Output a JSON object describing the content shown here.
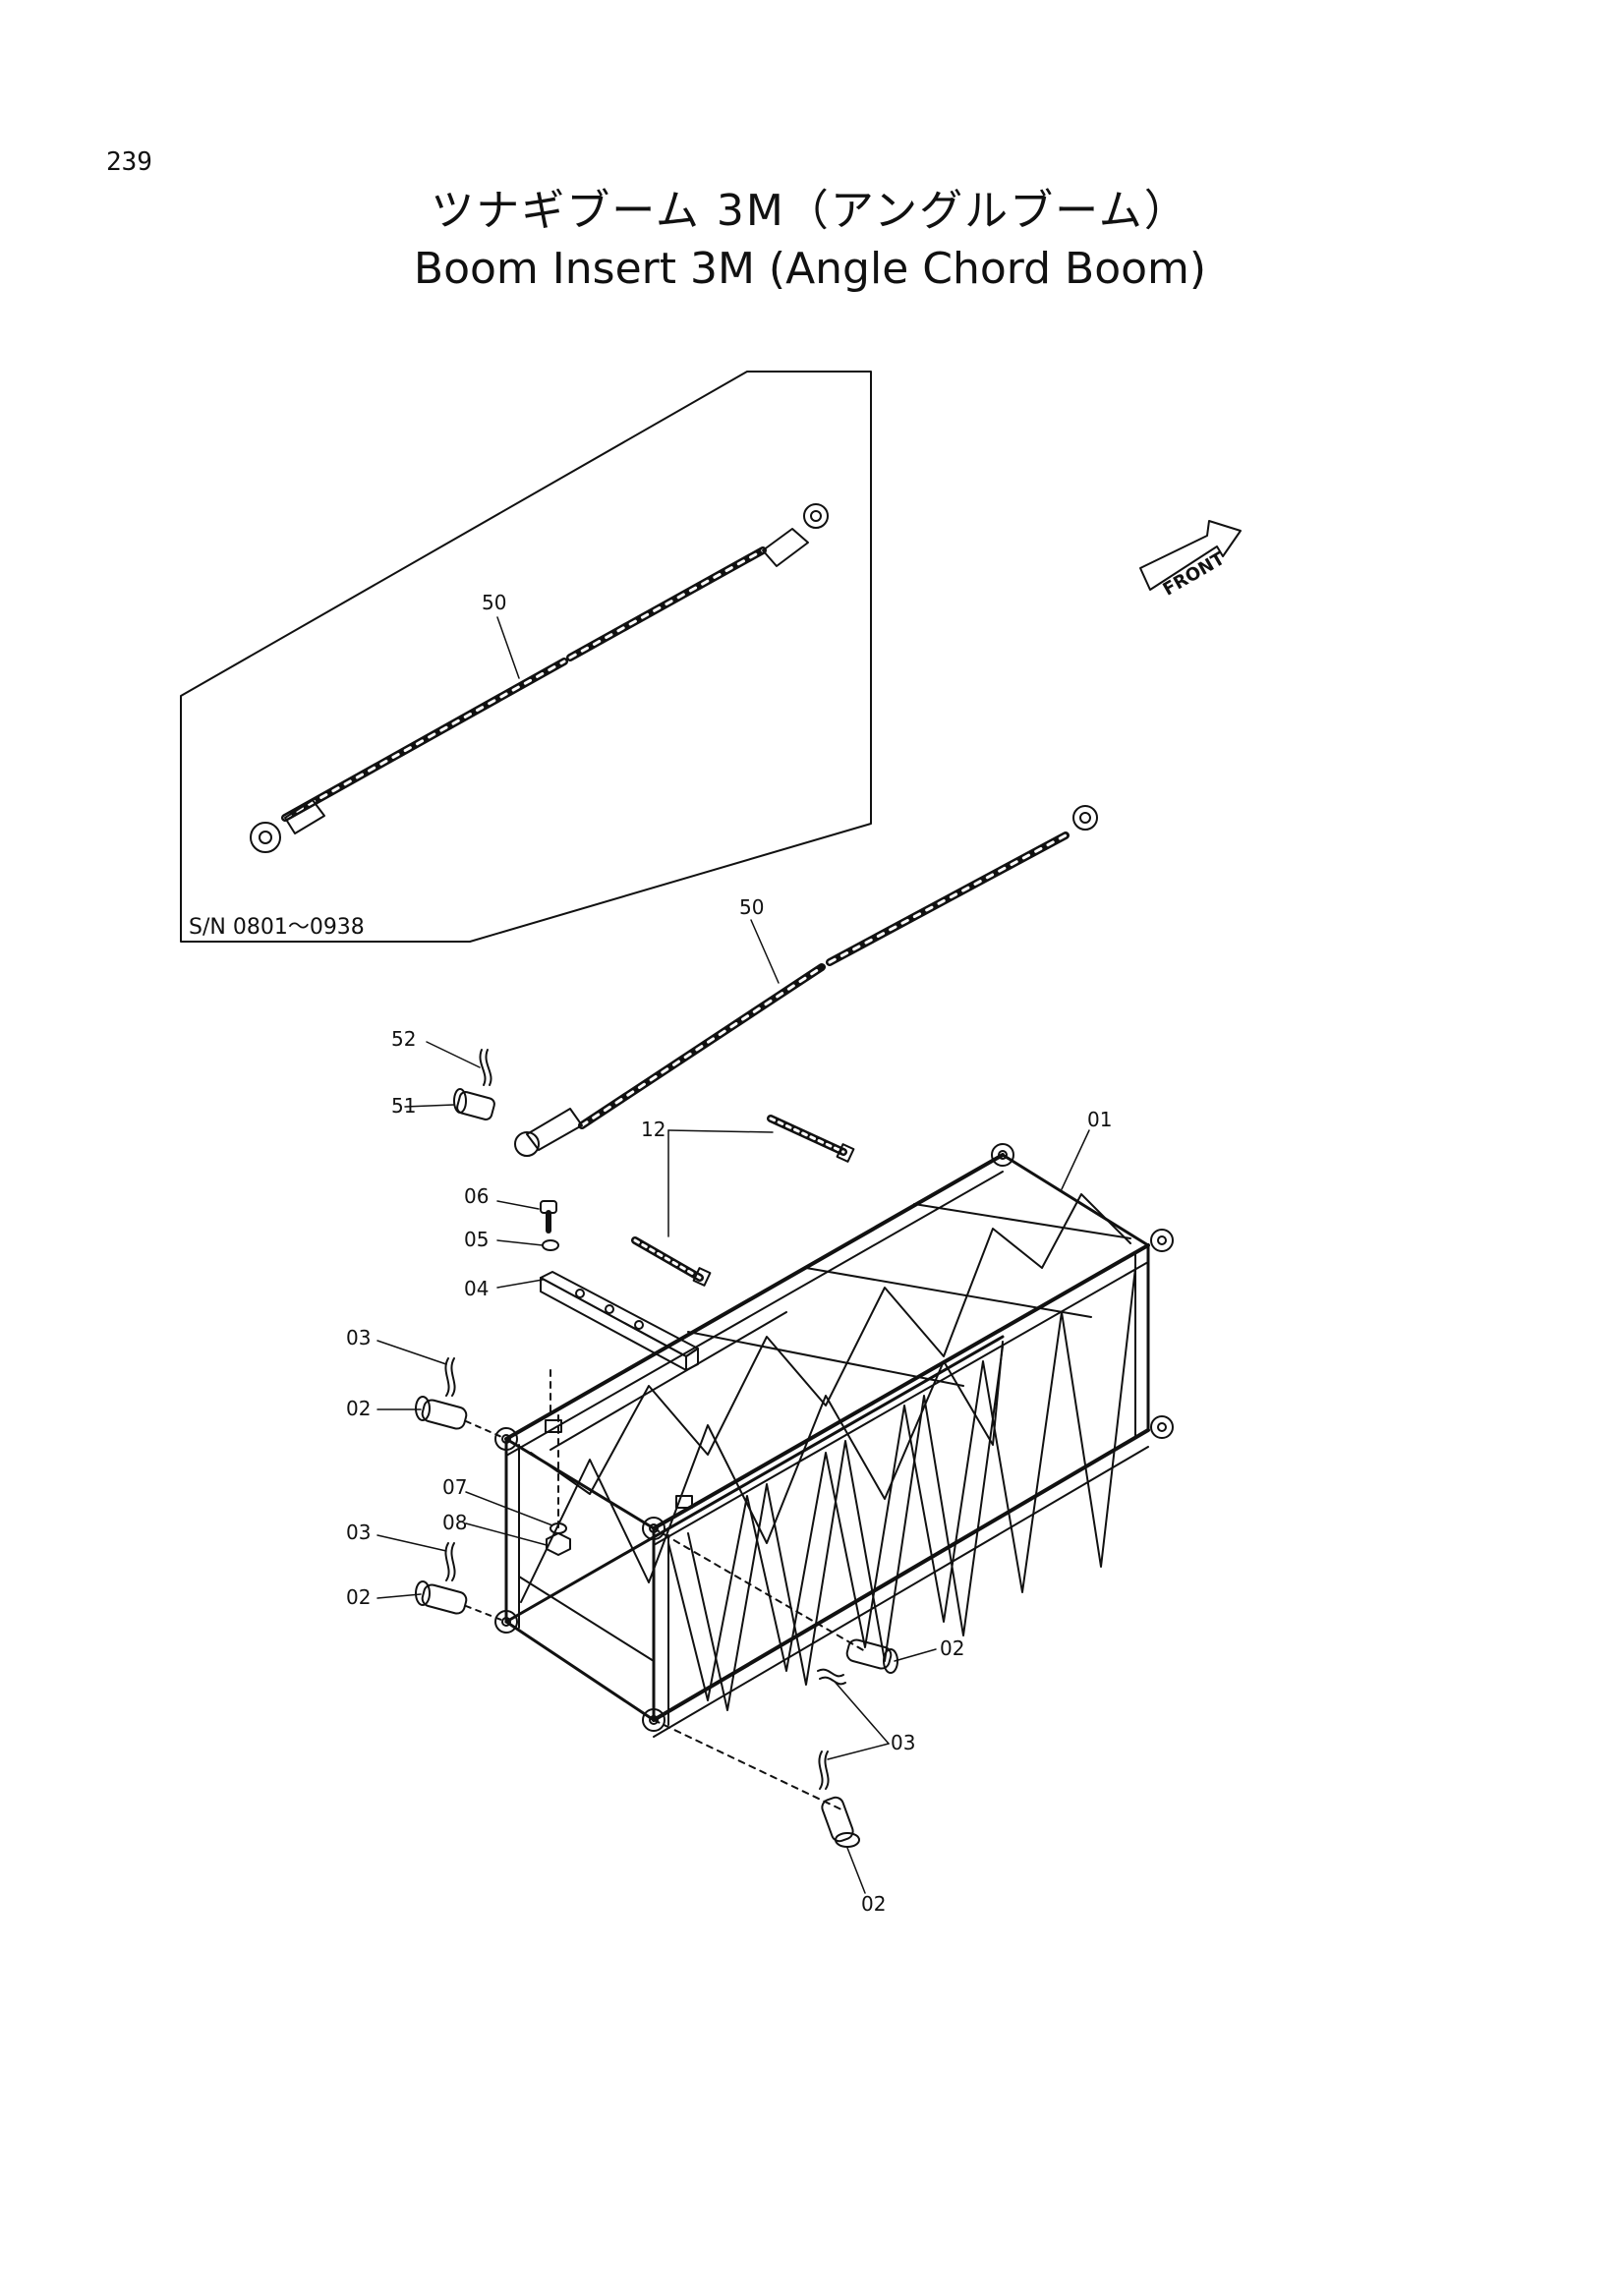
{
  "page_number": "239",
  "title_jp": "ツナギブーム 3M（アングルブーム）",
  "title_en": "Boom Insert 3M (Angle Chord Boom)",
  "inset_serial": "S/N 0801～0938",
  "front_label": "FRONT",
  "callouts": {
    "c01": "01",
    "c02a": "02",
    "c02b": "02",
    "c02c": "02",
    "c02d": "02",
    "c03a": "03",
    "c03b": "03",
    "c03c": "03",
    "c04": "04",
    "c05": "05",
    "c06": "06",
    "c07": "07",
    "c08": "08",
    "c12": "12",
    "c50a": "50",
    "c50b": "50",
    "c51": "51",
    "c52": "52"
  }
}
